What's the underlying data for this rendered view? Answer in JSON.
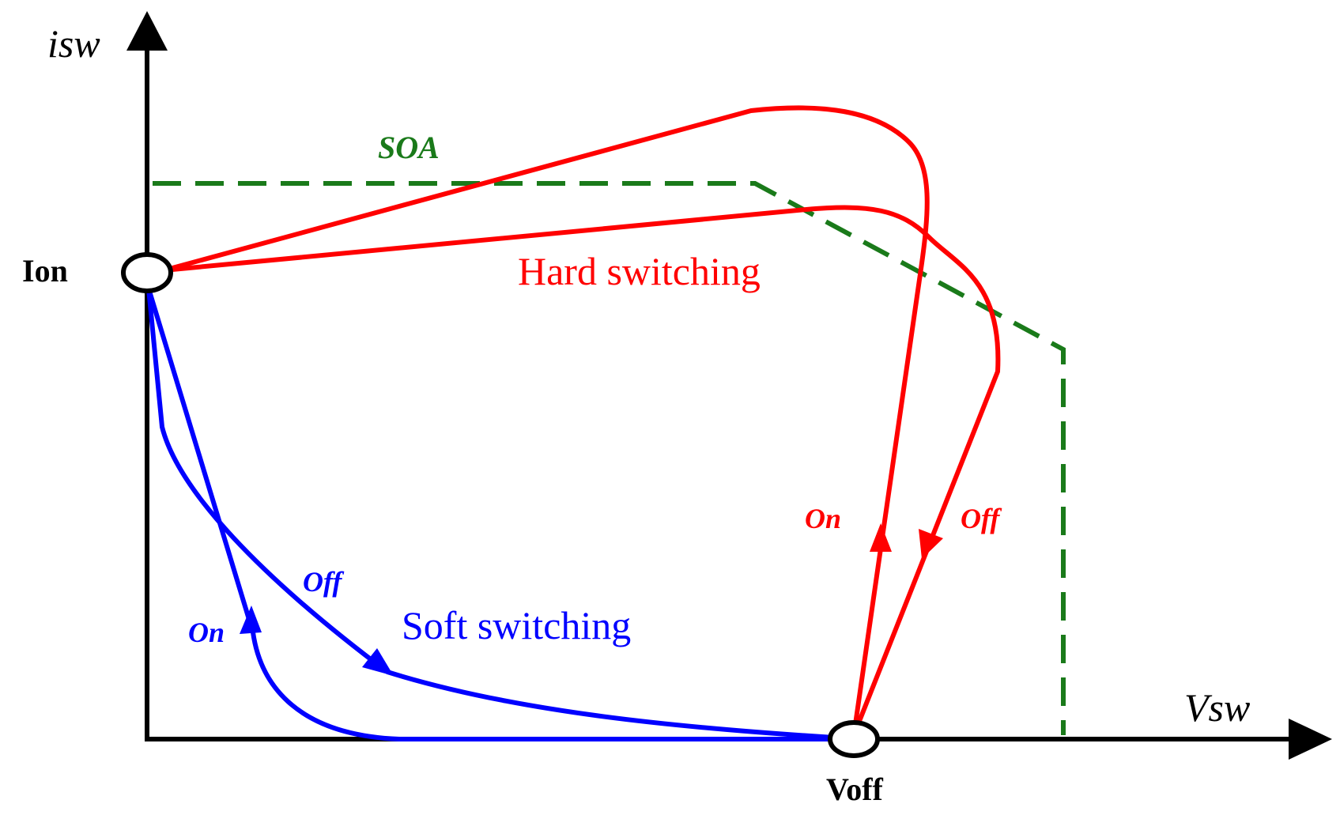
{
  "axes": {
    "y_label": "isw",
    "x_label": "Vsw"
  },
  "points": {
    "on_point_label": "Ion",
    "off_point_label": "Voff"
  },
  "soa": {
    "label": "SOA",
    "color": "#1a7a1a"
  },
  "hard_switching": {
    "label": "Hard switching",
    "on_label": "On",
    "off_label": "Off",
    "color": "#ff0000"
  },
  "soft_switching": {
    "label": "Soft switching",
    "on_label": "On",
    "off_label": "Off",
    "color": "#0000ff"
  },
  "colors": {
    "axis": "#000000",
    "background": "#ffffff"
  }
}
